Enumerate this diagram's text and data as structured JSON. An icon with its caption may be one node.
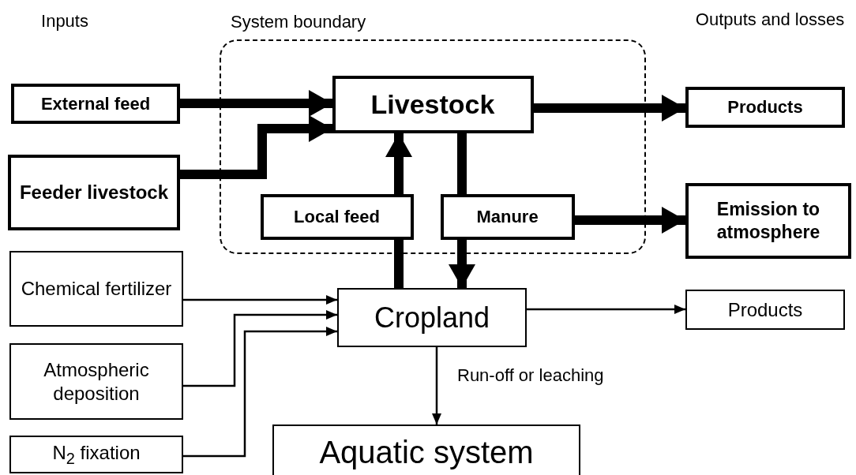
{
  "diagram": {
    "nodes": [
      {
        "text": [
          "System boundary"
        ]
      },
      {
        "text": [
          "External feed"
        ]
      },
      {
        "text": [
          "Feeder livestock"
        ]
      },
      {
        "text": [
          "Livestock"
        ],
        "in": 0
      },
      {
        "text": [
          "Local feed"
        ],
        "in": 0
      },
      {
        "text": [
          "Manure"
        ],
        "in": 0
      },
      {
        "text": [
          "Products"
        ]
      },
      {
        "text": [
          "Emission to atmosphere"
        ]
      },
      {
        "text": [
          "Chemical fertilizer"
        ]
      },
      {
        "text": [
          "Atmospheric deposition"
        ]
      },
      {
        "text": [
          "N$_{2}$ fixation"
        ]
      },
      {
        "text": [
          "Cropland"
        ]
      },
      {
        "text": [
          "Products"
        ]
      },
      {
        "text": [
          "Aquatic system"
        ]
      }
    ],
    "edges": [
      {
        "from": 1,
        "to": 3,
        "arrow": "to"
      },
      {
        "from": 2,
        "to": 3,
        "arrow": "to"
      },
      {
        "from": 3,
        "to": 6,
        "arrow": "to"
      },
      {
        "from": 4,
        "to": 3,
        "arrow": "to"
      },
      {
        "from": 11,
        "to": 4,
        "arrow": "none"
      },
      {
        "from": 3,
        "to": 5,
        "arrow": "none"
      },
      {
        "from": 5,
        "to": 11,
        "arrow": "to"
      },
      {
        "from": 5,
        "to": 7,
        "arrow": "to"
      },
      {
        "from": 8,
        "to": 11,
        "arrow": "to"
      },
      {
        "from": 9,
        "to": 11,
        "arrow": "to"
      },
      {
        "from": 10,
        "to": 11,
        "arrow": "to"
      },
      {
        "from": 11,
        "to": 12,
        "arrow": "to"
      },
      {
        "from": 11,
        "to": 13,
        "arrow": "to",
        "label": "Run-off or leaching"
      }
    ],
    "labels": [
      "Inputs",
      "Outputs and losses"
    ]
  }
}
